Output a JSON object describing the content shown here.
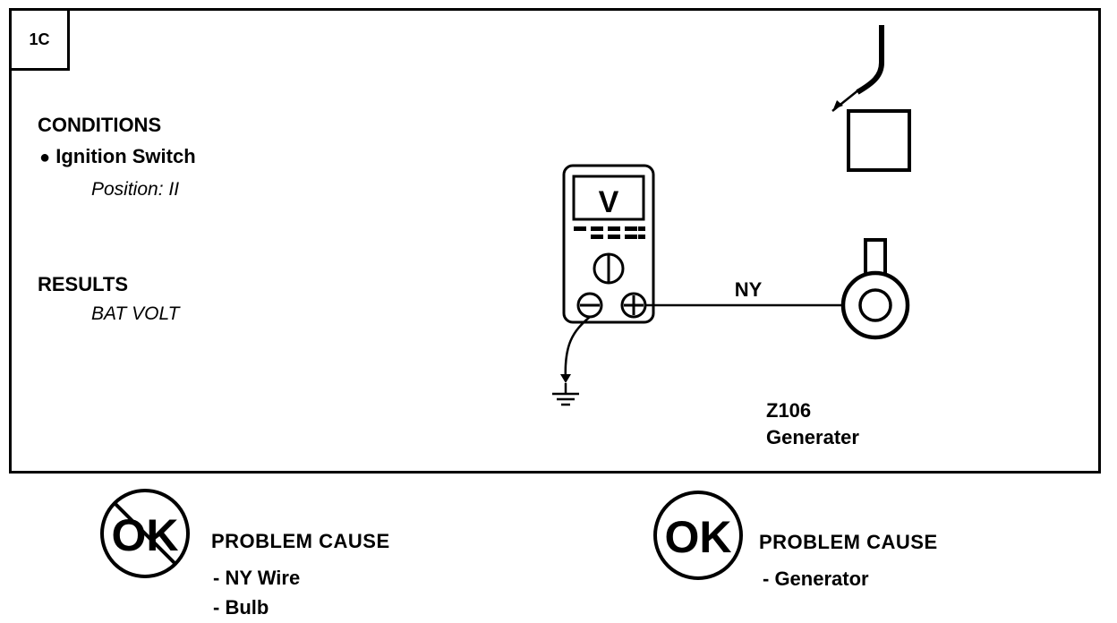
{
  "step_label": "1C",
  "conditions": {
    "heading": "CONDITIONS",
    "item": "Ignition Switch",
    "detail": "Position: II"
  },
  "results": {
    "heading": "RESULTS",
    "value": "BAT VOLT"
  },
  "meter": {
    "display": "V"
  },
  "wire_label": "NY",
  "component": {
    "code": "Z106",
    "name": "Generater"
  },
  "outcomes": [
    {
      "icon": "ok-crossed-icon",
      "label": "OK",
      "heading": "PROBLEM CAUSE",
      "causes": [
        "- NY Wire",
        "- Bulb"
      ]
    },
    {
      "icon": "ok-icon",
      "label": "OK",
      "heading": "PROBLEM CAUSE",
      "causes": [
        "- Generator"
      ]
    }
  ]
}
